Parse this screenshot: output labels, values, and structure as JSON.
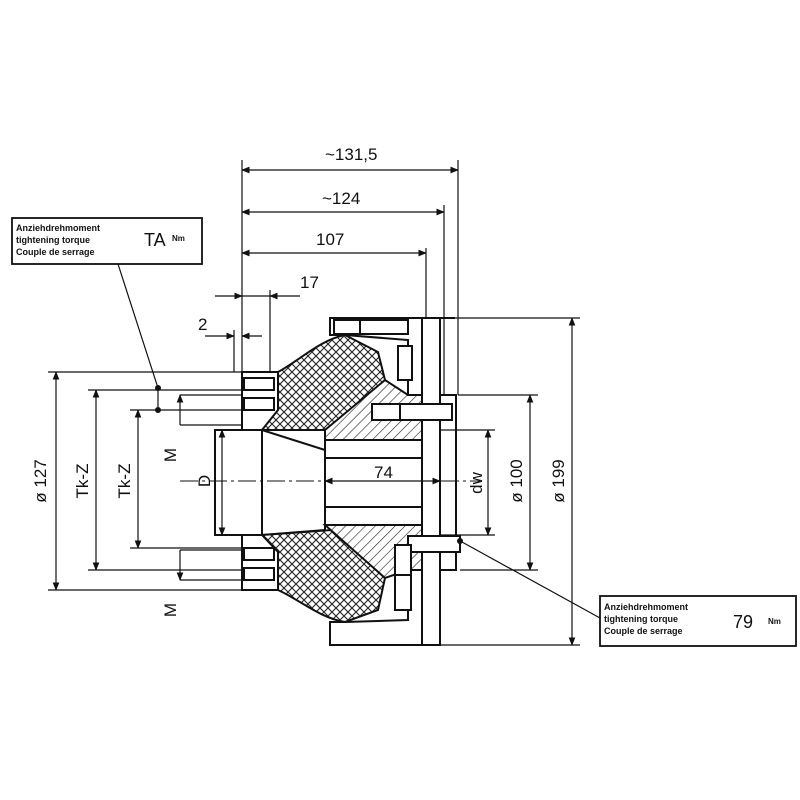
{
  "dimensions": {
    "overall_length": "~131,5",
    "length_124": "~124",
    "length_107": "107",
    "length_17": "17",
    "offset_2": "2",
    "bore_74": "74",
    "dia_127": "ø 127",
    "tkz_outer": "Tk-Z",
    "tkz_inner": "Tk-Z",
    "m_upper": "M",
    "m_lower": "M",
    "d_bore": "D",
    "dw": "dw",
    "dia_100": "ø 100",
    "dia_199": "ø 199"
  },
  "torque_left": {
    "line1": "Anziehdrehmoment",
    "line2": "tightening torque",
    "line3": "Couple de serrage",
    "value": "TA",
    "unit": "Nm"
  },
  "torque_right": {
    "line1": "Anziehdrehmoment",
    "line2": "tightening torque",
    "line3": "Couple de serrage",
    "value": "79",
    "unit": "Nm"
  }
}
